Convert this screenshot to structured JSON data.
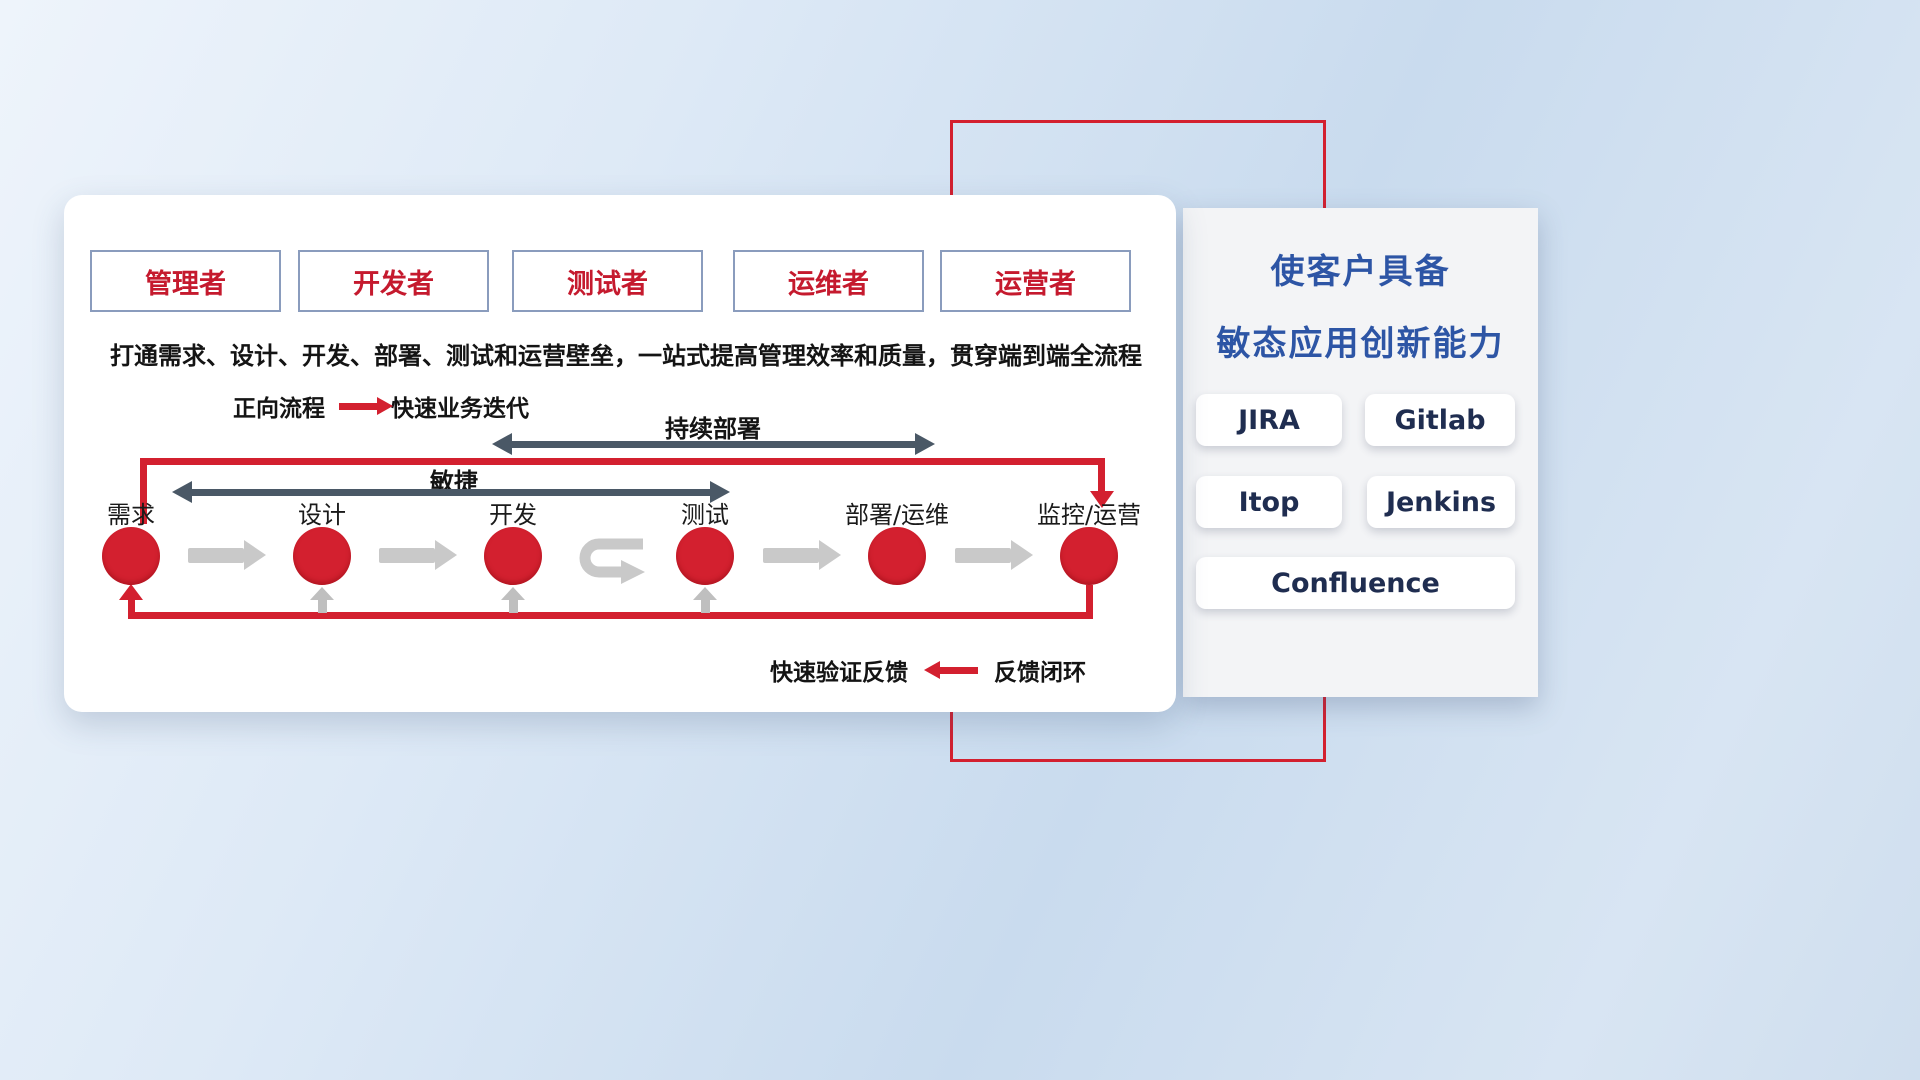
{
  "card": {
    "roles": [
      "管理者",
      "开发者",
      "测试者",
      "运维者",
      "运营者"
    ],
    "description": "打通需求、设计、开发、部署、测试和运营壁垒，一站式提高管理效率和质量，贯穿端到端全流程",
    "forward_legend": {
      "label": "正向流程",
      "text": "快速业务迭代"
    },
    "span_arrows": {
      "continuous_deploy": "持续部署",
      "agile": "敏捷"
    },
    "nodes": [
      "需求",
      "设计",
      "开发",
      "测试",
      "部署/运维",
      "监控/运营"
    ],
    "feedback_legend": {
      "text": "快速验证反馈",
      "label": "反馈闭环"
    }
  },
  "panel": {
    "title_line1": "使客户具备",
    "title_line2": "敏态应用创新能力",
    "tools": [
      "JIRA",
      "Gitlab",
      "Itop",
      "Jenkins",
      "Confluence"
    ]
  },
  "colors": {
    "accent_red": "#d3202f",
    "title_blue": "#2d55a5",
    "dark_arrow": "#4a5866",
    "gray_arrow": "#c9c9c9"
  }
}
